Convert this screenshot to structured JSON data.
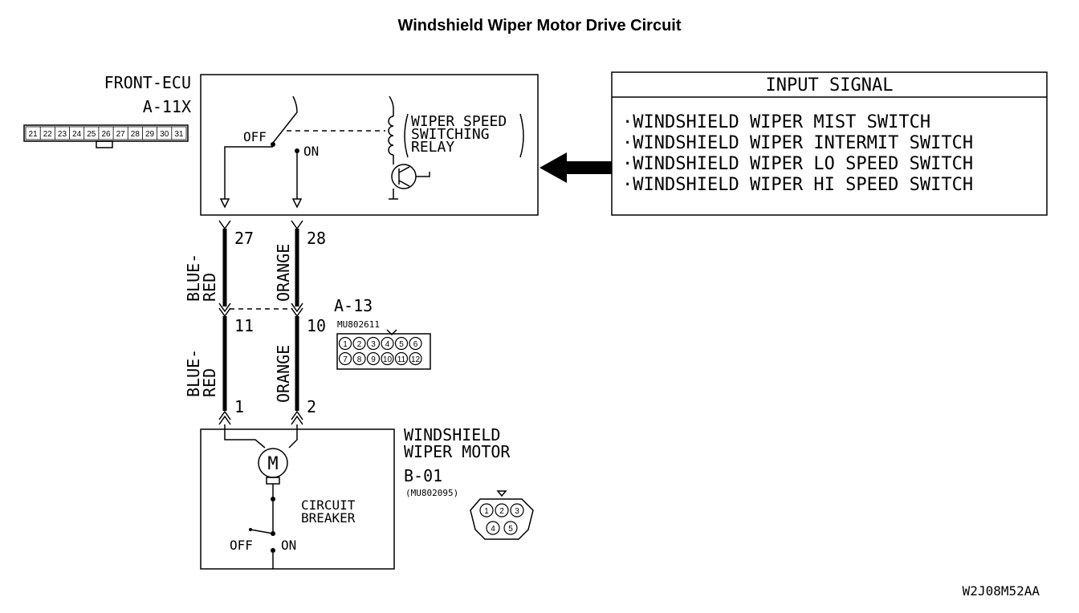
{
  "title": "Windshield Wiper Motor Drive Circuit",
  "ecu": {
    "name": "FRONT-ECU",
    "connector": "A-11X",
    "connector_pins": [
      "21",
      "22",
      "23",
      "24",
      "25",
      "26",
      "27",
      "28",
      "29",
      "30",
      "31"
    ],
    "switch_off": "OFF",
    "switch_on": "ON",
    "relay_label": [
      "WIPER SPEED",
      "SWITCHING",
      "RELAY"
    ]
  },
  "input_signal": {
    "header": "INPUT SIGNAL",
    "items": [
      "·WINDSHIELD WIPER MIST SWITCH",
      "·WINDSHIELD WIPER INTERMIT SWITCH",
      "·WINDSHIELD WIPER LO SPEED SWITCH",
      "·WINDSHIELD WIPER HI SPEED SWITCH"
    ]
  },
  "wires": {
    "left_top_pin": "27",
    "right_top_pin": "28",
    "left_top_color": [
      "BLUE-",
      "RED"
    ],
    "right_top_color": "ORANGE",
    "left_mid_pin": "11",
    "right_mid_pin": "10",
    "left_bottom_color": [
      "BLUE-",
      "RED"
    ],
    "right_bottom_color": "ORANGE",
    "left_bottom_pin": "1",
    "right_bottom_pin": "2"
  },
  "a13": {
    "connector": "A-13",
    "part": "MU802611",
    "pins_row1": [
      "1",
      "2",
      "3",
      "4",
      "5",
      "6"
    ],
    "pins_row2": [
      "7",
      "8",
      "9",
      "10",
      "11",
      "12"
    ]
  },
  "motor": {
    "name_line1": "WINDSHIELD",
    "name_line2": "WIPER MOTOR",
    "connector": "B-01",
    "part": "(MU802095)",
    "motor_symbol": "M",
    "breaker_line1": "CIRCUIT",
    "breaker_line2": "BREAKER",
    "switch_off": "OFF",
    "switch_on": "ON",
    "pins": [
      "1",
      "2",
      "3",
      "4",
      "5"
    ]
  },
  "code": "W2J08M52AA"
}
